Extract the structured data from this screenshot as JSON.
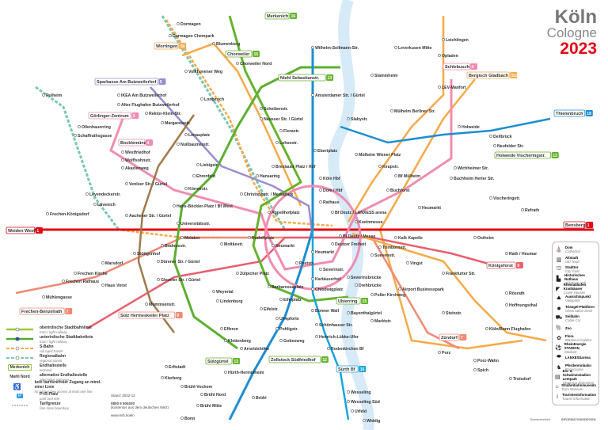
{
  "title": {
    "city": "Köln",
    "city_en": "Cologne",
    "year": "2023"
  },
  "colors": {
    "line1": "#e30613",
    "line13": "#5cb030",
    "line18": "#1d8ed1",
    "line3_4": "#f28cb1",
    "line5": "#9b8ccf",
    "line7": "#f08a75",
    "line12_15": "#65b32e",
    "sbahn": "#f7a948",
    "regional": "#7cc7b5",
    "rhine": "#cfe6f6",
    "line16": "#1aa5dc",
    "line9": "#e85f6e"
  },
  "terminals": [
    {
      "label": "Weiden West",
      "num": "1"
    },
    {
      "label": "Bensberg",
      "num": "1"
    },
    {
      "label": "Merkenich",
      "num": "16"
    },
    {
      "label": "Niehl Sebastianstr.",
      "num": "13"
    },
    {
      "label": "Worringen",
      "num": "S6"
    },
    {
      "label": "Sparkasse Am Butzweilerhof",
      "num": "5"
    },
    {
      "label": "Görlinger-Zentrum",
      "num": "3"
    },
    {
      "label": "Bocklemünd",
      "num": "4"
    },
    {
      "label": "Schlebusch",
      "num": "4"
    },
    {
      "label": "Bergisch Gladbach",
      "num": "S11"
    },
    {
      "label": "Thielenbruch",
      "num": "18"
    },
    {
      "label": "Holweide Vischeringstr.",
      "num": "13"
    },
    {
      "label": "Königsforst",
      "num": "9"
    },
    {
      "label": "Frechen-Benzelrath",
      "num": "7"
    },
    {
      "label": "Sülz Hermeskeiler Platz",
      "num": "9"
    },
    {
      "label": "Zollstock Südfriedhof",
      "num": "12"
    },
    {
      "label": "Sürth Bf",
      "num": "16"
    },
    {
      "label": "Zündorf",
      "num": "7"
    },
    {
      "label": "Ubierring",
      "num": "15"
    },
    {
      "label": "Sülzgürtel",
      "num": "13"
    },
    {
      "label": "Chorweiler",
      "num": "15"
    }
  ],
  "stations": [
    "Dormagen",
    "Dormagen Chempark",
    "Blumenberg",
    "Chorweiler Nord",
    "Volkhovener Weg",
    "Longerich",
    "Pulheim",
    "IKEA Am Butzweilerhof",
    "Alter Flughafen Butzweilerhof",
    "Rektor-Klein-Str.",
    "Margaretastr.",
    "Ollenhauerring",
    "Schaffrathsgasse",
    "Westfriedhof",
    "Wolffsohnstr.",
    "Akazienweg",
    "Lenauplatz",
    "Nußbaumerstr.",
    "Liebigstr.",
    "Ehrenfeld",
    "Körnerstr.",
    "Venloer Str. / Gürtel",
    "Leyendeckerstr.",
    "Hans-Böckler-Platz / Bf West",
    "Christophstr. / Mediapark",
    "Hansaring",
    "Breslauer Platz / Hbf",
    "Köln Hbf",
    "Dom / Hbf",
    "Rathaus",
    "Appellhofplatz",
    "Neumarkt",
    "Heumarkt",
    "Poststr.",
    "Severinstr.",
    "Barbarossaplatz",
    "Zülpicher Platz",
    "Rudolfplatz",
    "Moltkestr.",
    "Universitätsstr.",
    "Melaten",
    "Aachener Str. / Gürtel",
    "Lövenich",
    "Frechen-Königsdorf",
    "Deutzer Freiheit",
    "Bf Deutz / Messe",
    "Bf Deutz / LANXESS arena",
    "Koelnmesse",
    "Suevenstr.",
    "Trimbornstr.",
    "Kalk Kapelle",
    "Vingst",
    "Mülheim Wiener Platz",
    "Keupstr.",
    "Bf Mülheim",
    "Buchheim Herler Str.",
    "Buchforst",
    "Wichheimer Str.",
    "Leverkusen Mitte",
    "LEV-Manfort",
    "Opladen",
    "Leichlingen",
    "Stammheim",
    "Wilhelm-Sollmann-Str.",
    "Scheibenstr.",
    "Ebertplatz",
    "Lohsestr.",
    "Florastr.",
    "Mülheim Berliner Str.",
    "Holweide",
    "Dellbrück",
    "Neufelder Str.",
    "Severinsbrücke",
    "Drehbrücke",
    "Poller Kirchweg",
    "Kartäuserhof",
    "Chlodwigplatz",
    "Bonner Wall",
    "Eifelplatz",
    "Eifelstr.",
    "Ulrepforte",
    "Pohligstr.",
    "Heinrich-Lübke-Ufer",
    "Rodenkirchen Bf",
    "Schönhauser Str.",
    "Marktstr.",
    "Efferen",
    "Klettenberg",
    "Hürth-Hermülheim",
    "Brühl Nord",
    "Brühl Mitte",
    "Brühl",
    "Bonn",
    "Wesseling",
    "Wesseling Süd",
    "Urfeld",
    "Widdig",
    "Porz",
    "Porz-Wahn",
    "Spich",
    "Troisdorf",
    "Köln/Bonn Flughafen",
    "Frankfurter Str.",
    "Airport Businesspark",
    "Steinstr.",
    "Mommsenstr.",
    "Dürener Str. / Gürtel",
    "Gleueler Str. / Gürtel",
    "Weyertal",
    "Lindenburg",
    "Frechen Kirche",
    "Frechen Rathaus",
    "Mühlengasse",
    "Haus Vorst",
    "Marsdorf",
    "Stüttgenhof",
    "Brahmsstr.",
    "Erftstadt",
    "Kierberg",
    "Brühl-Vochem",
    "Arnoldshöhe",
    "Gottesweg",
    "Bayenthalgürtel",
    "Heumarkt",
    "Neusser Str. / Gürtel",
    "Amsterdamer Str. / Gürtel",
    "Slabystr.",
    "Vischeringstr.",
    "Rath / Heumar",
    "Hoffnungsthal",
    "Rösrath",
    "Refrath",
    "Ostheim"
  ],
  "legend": [
    {
      "label": "oberirdische Stadtbahnlinie",
      "sub": "tram / light railway"
    },
    {
      "label": "unterirdische Stadtbahnlinie",
      "sub": "tram / light railway"
    },
    {
      "label": "S-Bahn",
      "sub": "rail rapid transit"
    },
    {
      "label": "Regionalbahn",
      "sub": "regional transit"
    },
    {
      "label": "Endhaltestelle",
      "sub": "terminal",
      "sample": "Merkenich"
    },
    {
      "label": "alternative Endhaltestelle",
      "sub": "alternative terminus",
      "sample": "Niehl Nord"
    },
    {
      "label": "kein barrierefreier Zugang an mind. einer Linie",
      "sub": "no barrier-free access at least one line"
    },
    {
      "label": "P+R-Platz",
      "sub": "park and ride"
    },
    {
      "label": "Tarifgrenze",
      "sub": "fare zone boundary"
    }
  ],
  "info": {
    "stand": "Stand: 2022-12",
    "phone": "0800 6 504030",
    "phone_note": "(kostenlos aus dem deutschen Netz)",
    "web": "www.kvb.koeln"
  },
  "poi_legend": [
    {
      "icon": "cathedral-icon",
      "label": "Dom",
      "sub": "Cathedral",
      "glyph": "⛪"
    },
    {
      "icon": "old-town-icon",
      "label": "Altstadt",
      "sub": "Old Town",
      "glyph": "▥"
    },
    {
      "icon": "city-gate-icon",
      "label": "Stadttor",
      "sub": "City Gate",
      "glyph": "⛫"
    },
    {
      "icon": "town-hall-icon",
      "label": "Historisches Rathaus",
      "sub": "Old Town Hall",
      "glyph": "▙"
    },
    {
      "icon": "crane-houses-icon",
      "label": "Rheinauhafen Kranhäuser",
      "sub": "Crane Houses",
      "glyph": "◤"
    },
    {
      "icon": "viewpoint-icon",
      "label": "Aussichtspunkt",
      "sub": "Viewpoint",
      "glyph": "⛰"
    },
    {
      "icon": "observation-deck-icon",
      "label": "Triangel-Plattform",
      "sub": "Observation Deck",
      "glyph": "✹"
    },
    {
      "icon": "cable-car-icon",
      "label": "Seilbahn",
      "sub": "Cable Car",
      "glyph": "⛟"
    },
    {
      "icon": "zoo-icon",
      "label": "Zoo",
      "sub": "",
      "glyph": "🐘"
    },
    {
      "icon": "flora-icon",
      "label": "Flora",
      "sub": "Botanical Garden",
      "glyph": "✿"
    },
    {
      "icon": "stadium-icon",
      "label": "RheinEnergie STADION",
      "sub": "Stadium",
      "glyph": "⚽"
    },
    {
      "icon": "arena-icon",
      "label": "LANXESSarena",
      "sub": "",
      "glyph": "⬬"
    },
    {
      "icon": "racecourse-icon",
      "label": "Pferderennbahn",
      "sub": "Racecourse",
      "glyph": "♞"
    },
    {
      "icon": "pool-icon",
      "label": "Eis- & Schwimmstadion Lentpark",
      "sub": "Skating & Swimming",
      "glyph": "▤"
    },
    {
      "icon": "museum-icon",
      "label": "Straßenbahnmuseum",
      "sub": "Tram Museum",
      "glyph": "⌂"
    },
    {
      "icon": "info-icon",
      "label": "Touristeninformation",
      "sub": "Tourist Information",
      "glyph": "i"
    }
  ],
  "footer": {
    "left_logo": "Barrierefreiheit",
    "right_logo": "INFORMATIONSDESIGN"
  }
}
